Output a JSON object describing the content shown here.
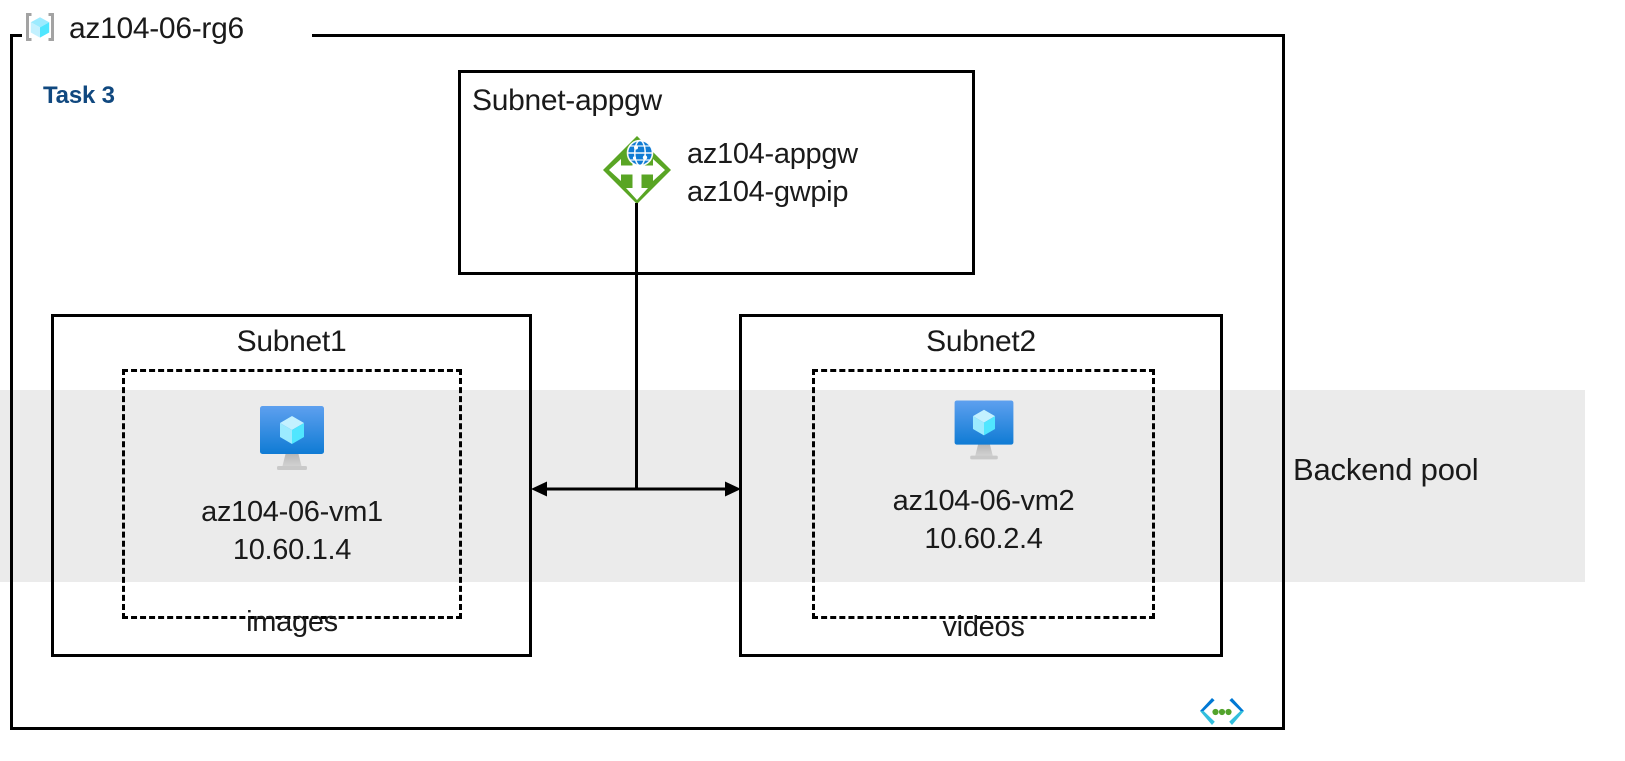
{
  "diagram": {
    "resource_group": {
      "name": "az104-06-rg6",
      "icon": "resource-group-icon"
    },
    "task_label": "Task 3",
    "backend_pool": {
      "label": "Backend pool",
      "band_color": "#ebebeb"
    },
    "vnet": {
      "icon": "virtual-network-icon"
    },
    "subnets": [
      {
        "title": "Subnet-appgw",
        "resources": [
          {
            "icon": "application-gateway-icon",
            "lines": [
              "az104-appgw",
              "az104-gwpip"
            ]
          }
        ]
      },
      {
        "title": "Subnet1",
        "footer": "images",
        "vm": {
          "icon": "virtual-machine-icon",
          "name": "az104-06-vm1",
          "ip": "10.60.1.4"
        }
      },
      {
        "title": "Subnet2",
        "footer": "videos",
        "vm": {
          "icon": "virtual-machine-icon",
          "name": "az104-06-vm2",
          "ip": "10.60.2.4"
        }
      }
    ],
    "connectors": [
      {
        "name": "appgw-to-backend",
        "style": "vertical-line"
      },
      {
        "name": "subnet1-subnet2-link",
        "style": "double-arrow-horizontal"
      }
    ],
    "colors": {
      "task_text": "#10487f",
      "appgw_green": "#59a524",
      "vm_blue": "#0f7bd4",
      "cube_cyan": "#50e6ff",
      "vnet_blue": "#0078d4",
      "vnet_dot_green": "#52a32b",
      "line_black": "#000000"
    }
  }
}
